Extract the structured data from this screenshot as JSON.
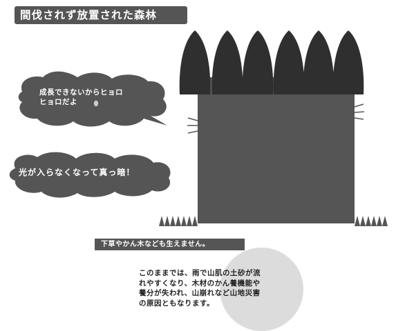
{
  "title": "間伐されず放置された森林",
  "bubble_top": {
    "line1": "成長できないからヒョロ",
    "line2": "ヒョロだよ"
  },
  "bubble_left": {
    "text": "光が入らなくなって真っ暗！"
  },
  "undergrowth_label": "下草やかん木なども生えません。",
  "consequence_text": "このままでは、雨で山肌の土砂が流\nれやすくなり、木材のかん養機能や\n養分が失われ、山崩れなど山地災害\nの原因ともなります。",
  "colors": {
    "tree_crown": "#2f2f2f",
    "trunk_block": "#555555",
    "bubble": "#555555",
    "label_bg": "#555555",
    "circle": "#dcdcdc"
  }
}
